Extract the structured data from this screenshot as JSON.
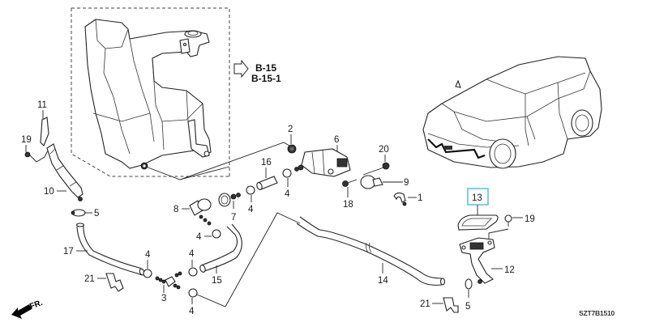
{
  "diagram": {
    "reference_code": "SZT7B1510",
    "cross_reference": {
      "line1": "B-15",
      "line2": "B-15-1"
    },
    "front_indicator": "FR.",
    "highlight_color": "#5bc4e6",
    "highlighted_part": "13",
    "callouts": {
      "p1": "1",
      "p2": "2",
      "p3": "3",
      "p4a": "4",
      "p4b": "4",
      "p4c": "4",
      "p4d": "4",
      "p4e": "4",
      "p4f": "4",
      "p4g": "4",
      "p5a": "5",
      "p5b": "5",
      "p6": "6",
      "p7": "7",
      "p8": "8",
      "p9": "9",
      "p10": "10",
      "p11": "11",
      "p12": "12",
      "p13": "13",
      "p14": "14",
      "p15": "15",
      "p16": "16",
      "p17": "17",
      "p18": "18",
      "p19a": "19",
      "p19b": "19",
      "p20": "20",
      "p21a": "21",
      "p21b": "21"
    }
  }
}
